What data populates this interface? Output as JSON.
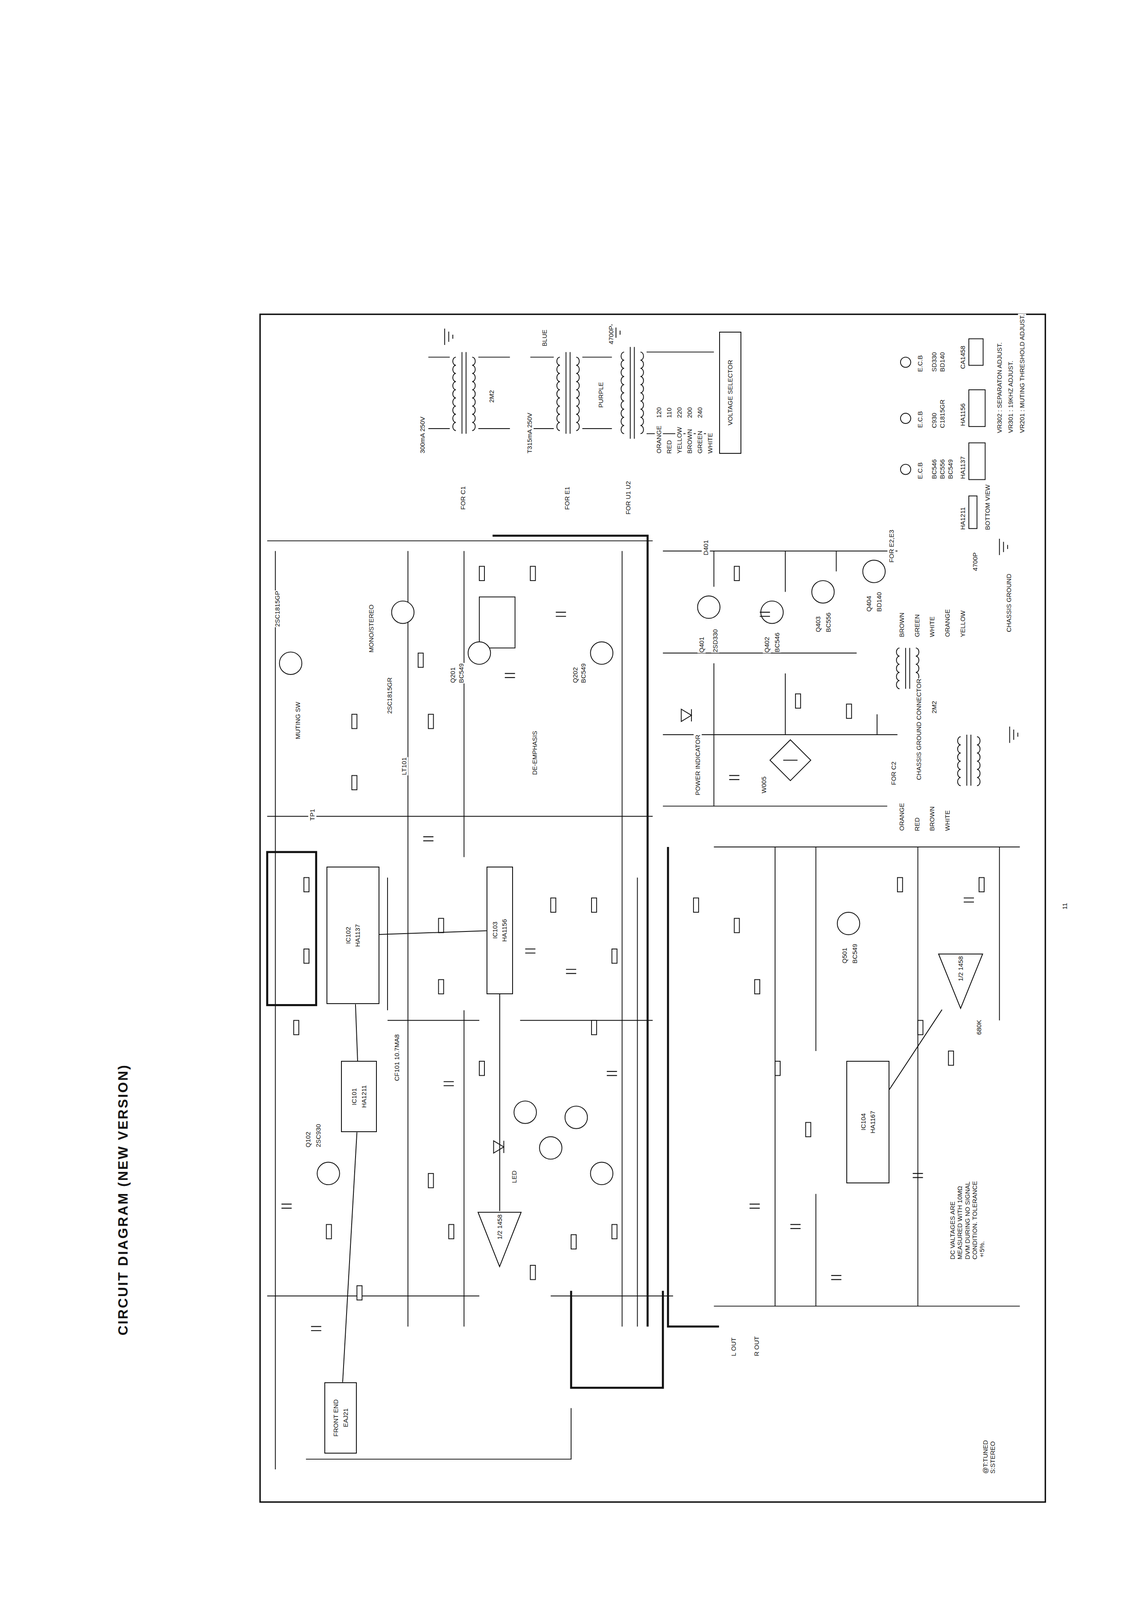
{
  "diagram": {
    "title": "CIRCUIT DIAGRAM (NEW VERSION)",
    "nodes": [
      {
        "text": [
          "FRONT END",
          "EAJ21"
        ]
      },
      {
        "text": [
          "IC101",
          "HA1211"
        ]
      },
      {
        "text": [
          "IC102",
          "HA1137"
        ]
      },
      {
        "text": [
          "IC103",
          "HA1156"
        ]
      },
      {
        "text": [
          "IC104",
          "HA1167"
        ]
      },
      {
        "text": [
          "1/2 1458"
        ]
      },
      {
        "text": [
          "1/2 1458"
        ]
      },
      {
        "text": [
          "VOLTAGE SELECTOR"
        ]
      }
    ],
    "edges": [
      {
        "from": 0,
        "to": 1,
        "arrow": "none"
      },
      {
        "from": 1,
        "to": 2,
        "arrow": "none"
      },
      {
        "from": 2,
        "to": 3,
        "arrow": "none"
      },
      {
        "from": 3,
        "to": 6,
        "arrow": "none"
      },
      {
        "from": 4,
        "to": 5,
        "arrow": "none"
      }
    ],
    "labels": [
      "VR201 : MUTING THRESHOLD ADJUST.",
      "VR301 : 19KHZ ADJUST.",
      "VR302 : SEPARATON ADJUST.",
      "BOTTOM VIEW",
      "CA1458",
      "HA1156",
      "HA1137",
      "HA1211",
      "E.C.B",
      "E.C.B",
      "E.C.B",
      "BC546",
      "BC556",
      "BC549",
      "C930",
      "C1815GR",
      "SD330",
      "BD140",
      "FOR C1",
      "300mA 250V",
      "2M2",
      "FOR E1",
      "T315mA 250V",
      "BLUE",
      "PURPLE",
      "4700P",
      "FOR U1 U2",
      "ORANGE",
      "RED",
      "YELLOW",
      "BROWN",
      "GREEN",
      "WHITE",
      "120",
      "110",
      "220",
      "200",
      "240",
      "MUTING SW",
      "MONO/STEREO",
      "2SC1815GR",
      "2SC1815GP",
      "LT101",
      "TP1",
      "CF101 10.7MA8",
      "Q102",
      "2SC930",
      "DE-EMPHASIS",
      "Q201",
      "BC549",
      "Q202",
      "BC549",
      "LED",
      "L OUT",
      "R OUT",
      "D401",
      "Q401",
      "2SD330",
      "Q402",
      "BC546",
      "Q403",
      "BC556",
      "Q404",
      "BD140",
      "POWER INDICATOR",
      "W005",
      "FOR E2,E3",
      "FOR C2",
      "CHASSIS GROUND CONNECTOR",
      "2M2",
      "ORANGE",
      "RED",
      "BROWN",
      "WHITE",
      "BROWN",
      "GREEN",
      "WHITE",
      "ORANGE",
      "YELLOW",
      "4700P",
      "CHASSIS GROUND",
      "Q501",
      "BC549",
      "680K",
      "DC VALTAGES ARE MEASURED WITH 10MΩ DVM DURING NO SIGNAL CONDITION. TOLERANCE ±5%.",
      "@T:TUNED S:STEREO",
      "11"
    ]
  }
}
